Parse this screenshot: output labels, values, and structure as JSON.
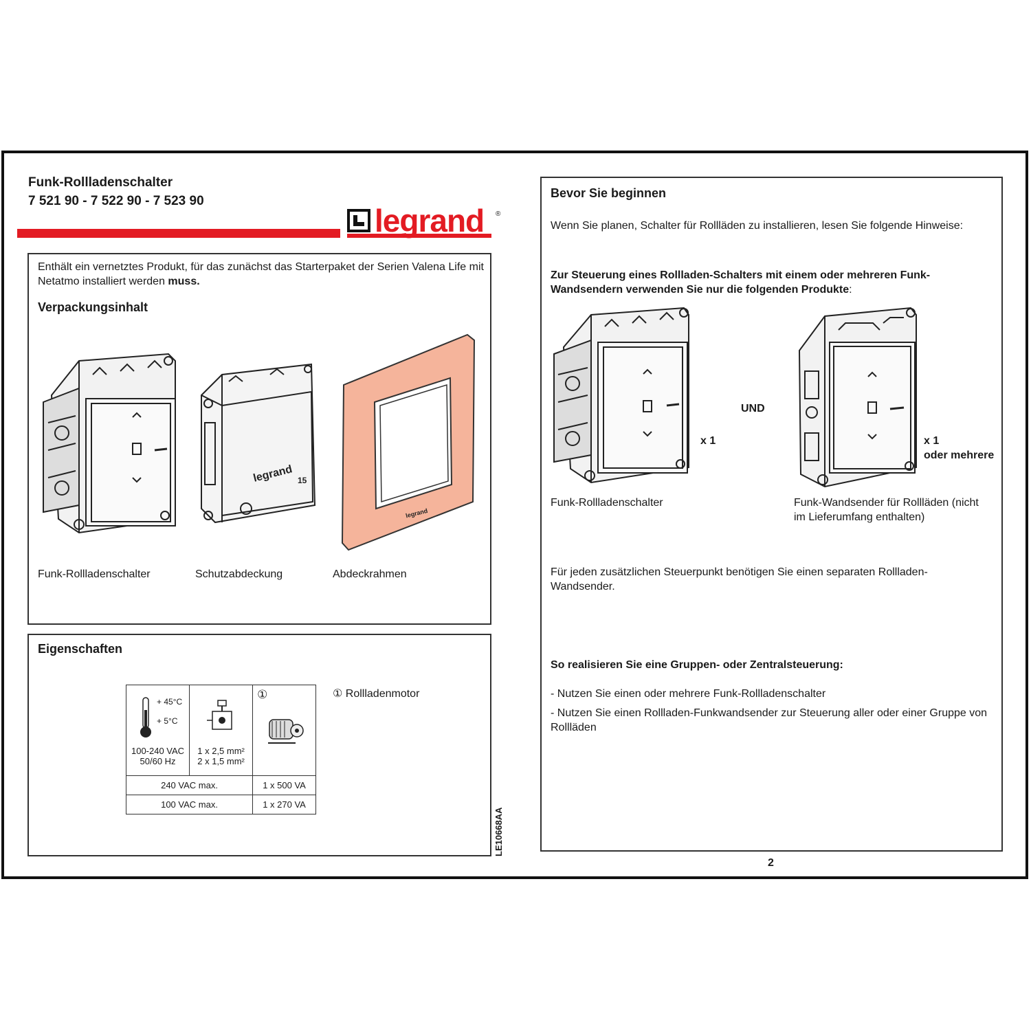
{
  "header": {
    "title": "Funk-Rollladenschalter",
    "codes": "7 521 90 - 7 522 90 - 7 523 90",
    "logo": "legrand"
  },
  "left_top": {
    "intro_text": "Enthält ein vernetztes Produkt, für das zunächst das Starterpaket der Serien Valena Life mit Netatmo installiert werden ",
    "intro_bold": "muss.",
    "heading": "Verpackungsinhalt",
    "items": [
      "Funk-Rollladenschalter",
      "Schutzabdeckung",
      "Abdeckrahmen"
    ]
  },
  "left_bottom": {
    "heading": "Eigenschaften",
    "temp_high": "+ 45°C",
    "temp_low": "+ 5°C",
    "voltage1": "100-240 VAC",
    "voltage2": "50/60 Hz",
    "wire1": "1 x 2,5 mm²",
    "wire2": "2 x 1,5 mm²",
    "marker": "①",
    "row1_label": "240 VAC max.",
    "row1_value": "1 x 500 VA",
    "row2_label": "100 VAC max.",
    "row2_value": "1 x 270 VA",
    "legend": "① Rollladenmotor",
    "doc_code": "LE10668AA"
  },
  "right": {
    "heading": "Bevor Sie beginnen",
    "intro": "Wenn Sie planen, Schalter für Rollläden zu installieren, lesen Sie folgende Hinweise:",
    "bold_line1": "Zur Steuerung eines Rollladen-Schalters mit einem oder mehreren Funk-",
    "bold_line2": "Wandsendern verwenden Sie nur die folgenden Produkte",
    "colon": ":",
    "und": "UND",
    "qty1": "x 1",
    "qty2": "x 1",
    "qty2_extra": "oder mehrere",
    "label1": "Funk-Rollladenschalter",
    "label2": "Funk-Wandsender für Rollläden (nicht im Lieferumfang enthalten)",
    "para2": "Für jeden zusätzlichen Steuerpunkt benötigen Sie einen separaten Rollladen-Wandsender.",
    "heading2": "So realisieren Sie eine Gruppen- oder Zentralsteuerung:",
    "bullet1": "- Nutzen Sie einen oder mehrere Funk-Rollladenschalter",
    "bullet2": "- Nutzen Sie einen Rollladen-Funkwandsender zur Steuerung aller oder einer Gruppe von Rollläden"
  },
  "page_number": "2",
  "colors": {
    "brand_red": "#e31b23",
    "frame_color": "#f5b49b"
  }
}
